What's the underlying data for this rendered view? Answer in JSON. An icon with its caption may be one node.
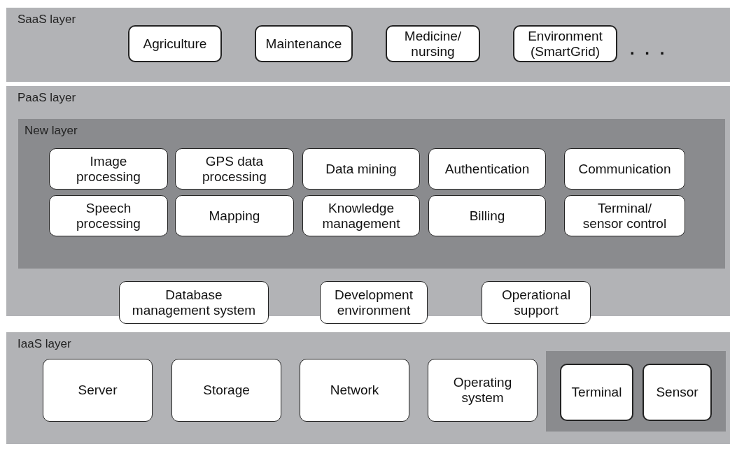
{
  "diagram": {
    "nodes": [
      {
        "text": [
          "SaaS layer"
        ]
      },
      {
        "text": [
          "Agriculture"
        ],
        "in": 0
      },
      {
        "text": [
          "Maintenance"
        ],
        "in": 0
      },
      {
        "text": [
          "Medicine/ nursing"
        ],
        "in": 0
      },
      {
        "text": [
          "Environment (SmartGrid)"
        ],
        "in": 0
      },
      {
        "text": [
          "PaaS layer"
        ]
      },
      {
        "text": [
          "New layer"
        ],
        "in": 5
      },
      {
        "text": [
          "Image processing"
        ],
        "in": 6
      },
      {
        "text": [
          "GPS data processing"
        ],
        "in": 6
      },
      {
        "text": [
          "Data mining"
        ],
        "in": 6
      },
      {
        "text": [
          "Authentication"
        ],
        "in": 6
      },
      {
        "text": [
          "Communication"
        ],
        "in": 6
      },
      {
        "text": [
          "Speech processing"
        ],
        "in": 6
      },
      {
        "text": [
          "Mapping"
        ],
        "in": 6
      },
      {
        "text": [
          "Knowledge management"
        ],
        "in": 6
      },
      {
        "text": [
          "Billing"
        ],
        "in": 6
      },
      {
        "text": [
          "Terminal/ sensor control"
        ],
        "in": 6
      },
      {
        "text": [
          "Database management system"
        ],
        "in": 5
      },
      {
        "text": [
          "Development environment"
        ],
        "in": 5
      },
      {
        "text": [
          "Operational support"
        ],
        "in": 5
      },
      {
        "text": [
          "IaaS layer"
        ]
      },
      {
        "text": [
          "Server"
        ],
        "in": 20
      },
      {
        "text": [
          "Storage"
        ],
        "in": 20
      },
      {
        "text": [
          "Network"
        ],
        "in": 20
      },
      {
        "text": [
          "Operating system"
        ],
        "in": 20
      },
      {
        "text": [],
        "shape": "box",
        "in": 20
      },
      {
        "text": [
          "Terminal"
        ],
        "in": 25
      },
      {
        "text": [
          "Sensor"
        ],
        "in": 25
      }
    ],
    "edges": [],
    "labels": [
      ". . ."
    ]
  }
}
